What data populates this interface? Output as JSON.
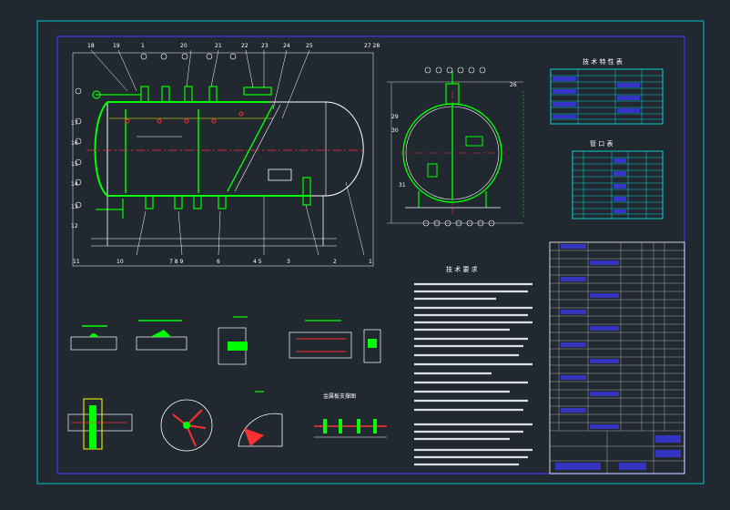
{
  "drawing": {
    "part_labels_top": [
      "18",
      "19",
      "1",
      "20",
      "21",
      "22",
      "23",
      "24",
      "25"
    ],
    "part_labels_bottom": [
      "11",
      "10",
      "7 8 9",
      "6",
      "4 5",
      "3",
      "2",
      "1"
    ],
    "part_labels_left": [
      "17",
      "16",
      "15",
      "14",
      "13",
      "12"
    ],
    "end_view_labels": [
      "27 28",
      "29",
      "30",
      "26",
      "31"
    ],
    "tables": {
      "tech_spec_title": "技 术 特 性 表",
      "nozzle_title": "管 口 表",
      "notes_title": "技 术 要 求",
      "detail_title": "金属板支撑图"
    },
    "palette": {
      "background": "#212830",
      "frame": "#00c8c8",
      "inner_frame": "#3a3af0",
      "vessel": "#00ff00",
      "centerline": "#ff3030",
      "text": "#ffffff",
      "table": "#00ffff",
      "dims": "#ffff00"
    }
  }
}
